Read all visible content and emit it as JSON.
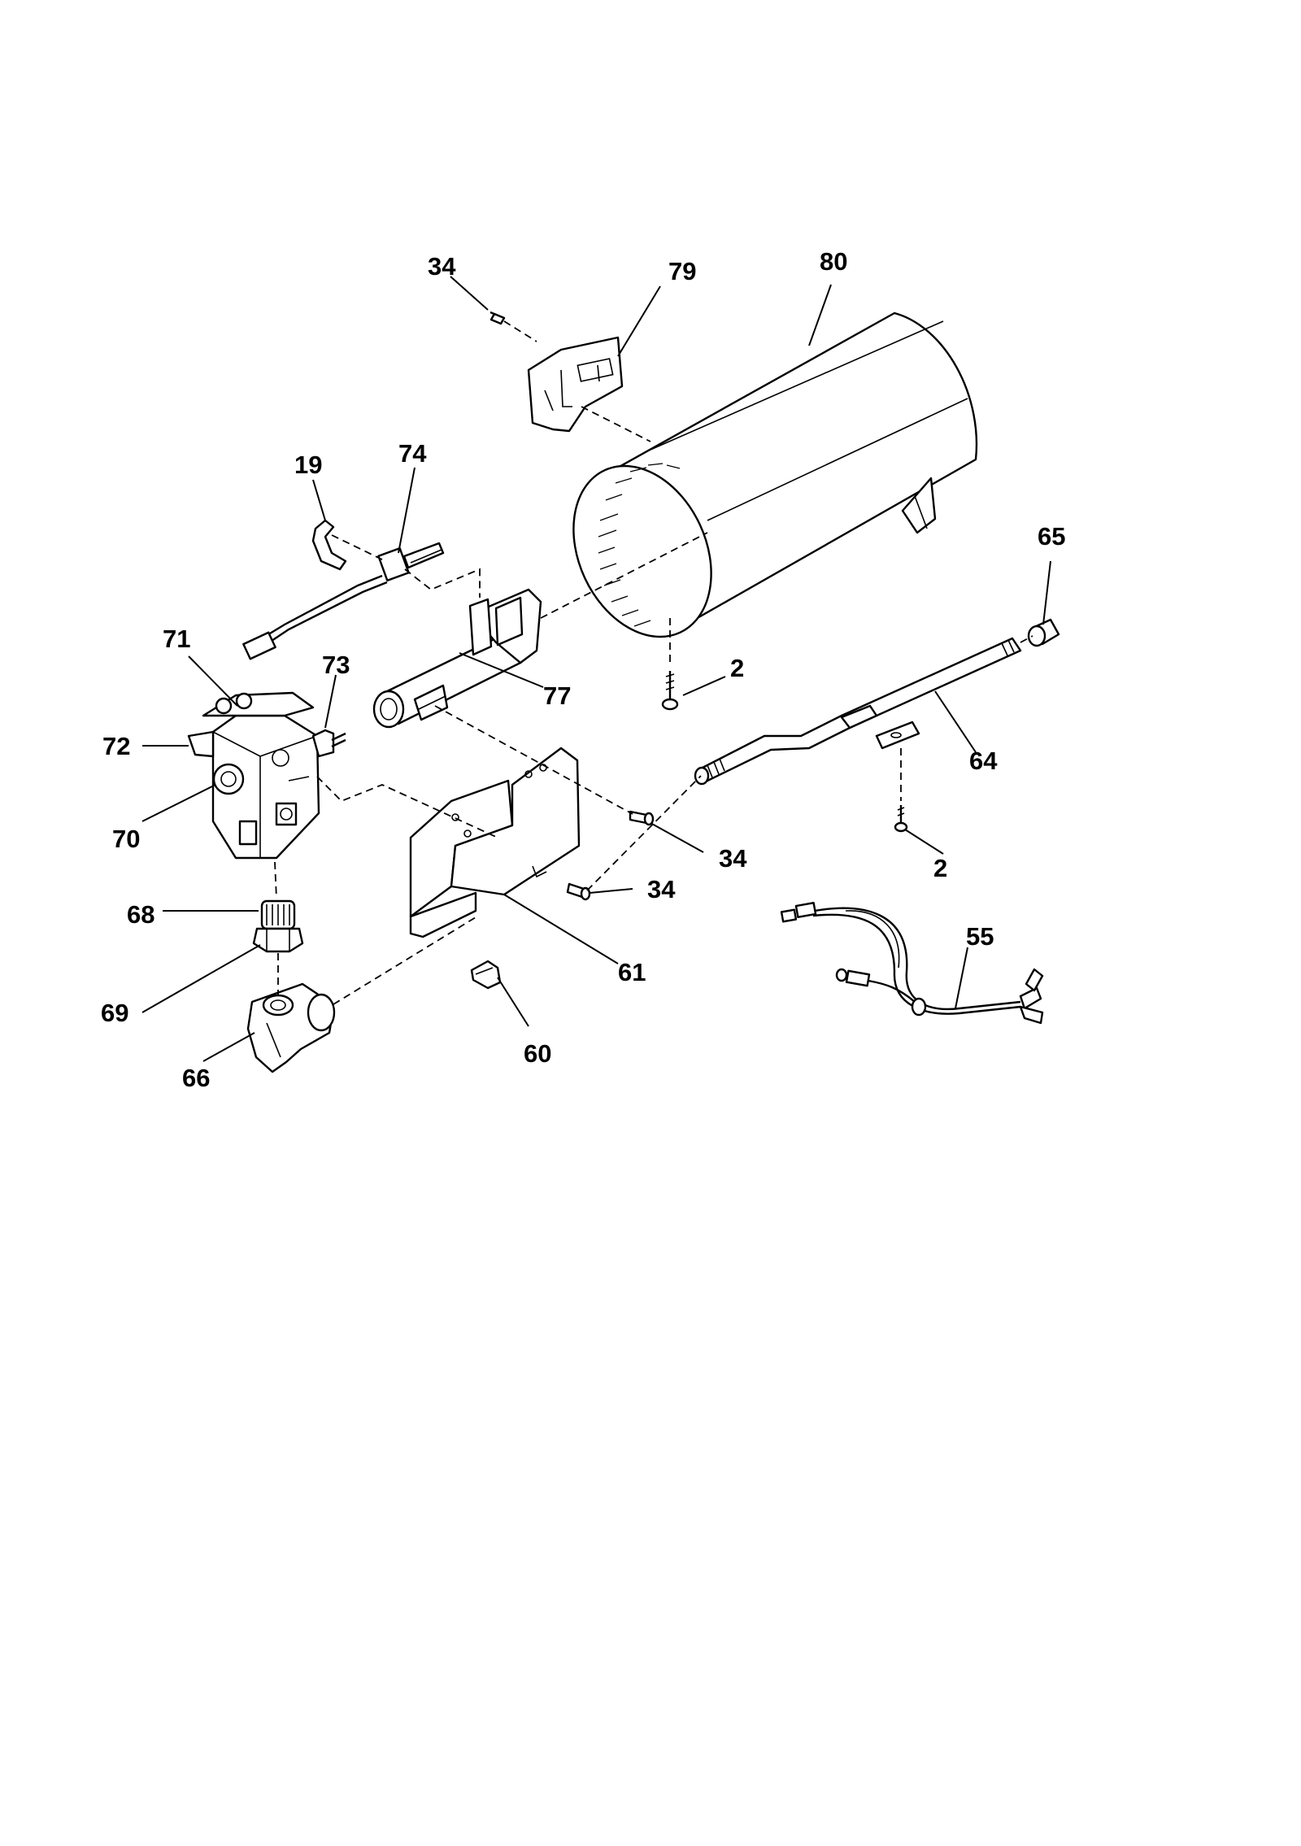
{
  "diagram": {
    "callouts": {
      "c34a": "34",
      "c79": "79",
      "c80": "80",
      "c19": "19",
      "c74": "74",
      "c71": "71",
      "c73": "73",
      "c77": "77",
      "c72": "72",
      "c70": "70",
      "c2a": "2",
      "c65": "65",
      "c64": "64",
      "c34b": "34",
      "c2b": "2",
      "c34c": "34",
      "c68": "68",
      "c69": "69",
      "c61": "61",
      "c55": "55",
      "c60": "60",
      "c66": "66"
    }
  }
}
